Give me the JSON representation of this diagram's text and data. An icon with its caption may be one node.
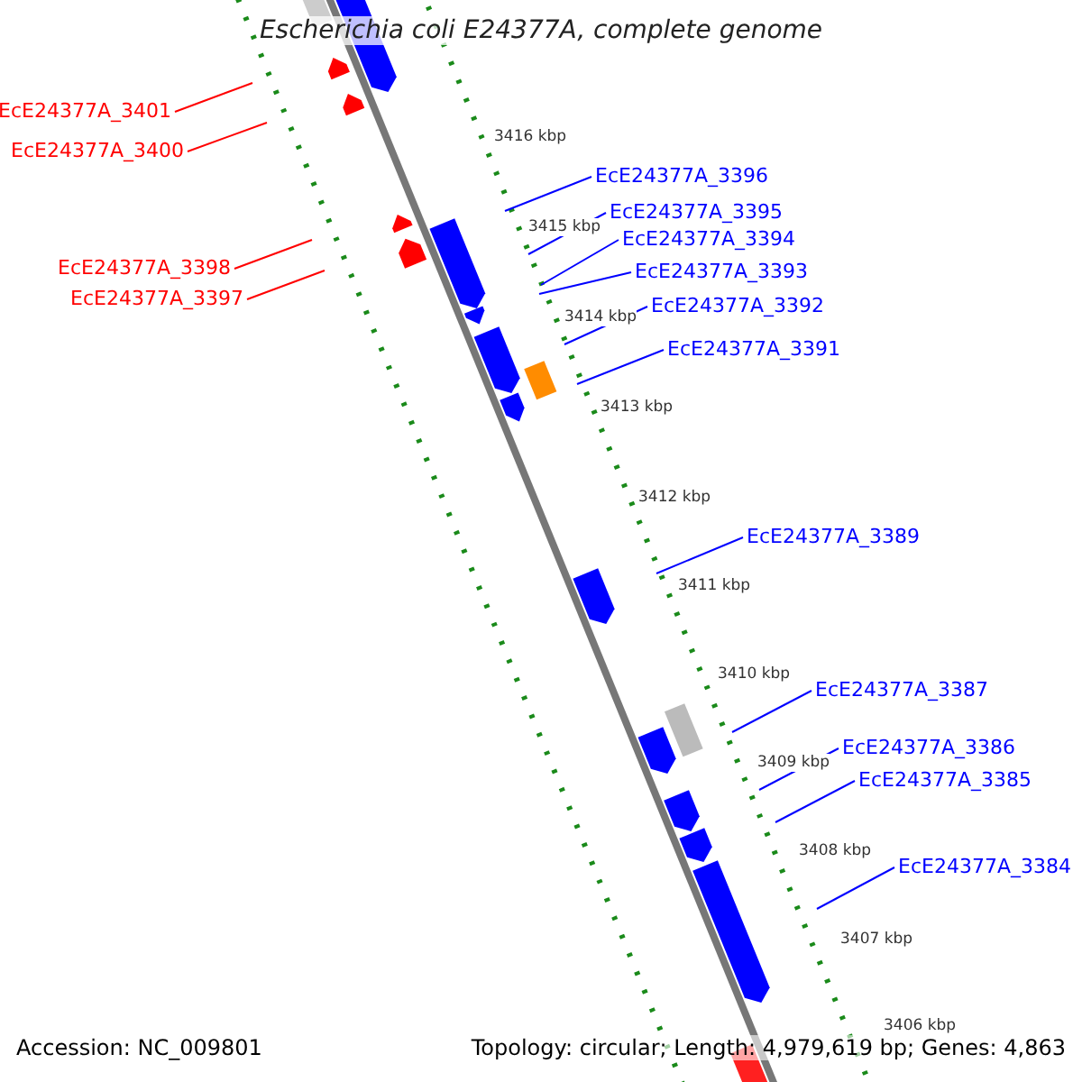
{
  "diagram": {
    "title": "Escherichia coli E24377A, complete genome",
    "nodes": [
      {
        "text": [
          "EcE24377A_3401"
        ]
      },
      {
        "text": [
          "EcE24377A_3400"
        ]
      },
      {
        "text": [
          "EcE24377A_3396"
        ]
      },
      {
        "text": [
          "EcE24377A_3395"
        ]
      },
      {
        "text": [
          "EcE24377A_3394"
        ]
      },
      {
        "text": [
          "EcE24377A_3398"
        ]
      },
      {
        "text": [
          "EcE24377A_3393"
        ]
      },
      {
        "text": [
          "EcE24377A_3397"
        ]
      },
      {
        "text": [
          "EcE24377A_3392"
        ]
      },
      {
        "text": [
          "EcE24377A_3391"
        ]
      },
      {
        "text": [
          "EcE24377A_3389"
        ]
      },
      {
        "text": [
          "EcE24377A_3387"
        ]
      },
      {
        "text": [
          "EcE24377A_3386"
        ]
      },
      {
        "text": [
          "EcE24377A_3385"
        ]
      },
      {
        "text": [
          "EcE24377A_3384"
        ]
      }
    ],
    "edges": [
      {
        "from": 0,
        "to": null,
        "arrow": "none",
        "color": "#ff0000"
      },
      {
        "from": 1,
        "to": null,
        "arrow": "none",
        "color": "#ff0000"
      },
      {
        "from": 2,
        "to": null,
        "arrow": "none"
      },
      {
        "from": 3,
        "to": null,
        "arrow": "none"
      },
      {
        "from": 4,
        "to": null,
        "arrow": "none"
      },
      {
        "from": 5,
        "to": null,
        "arrow": "none",
        "color": "#ff0000"
      },
      {
        "from": 6,
        "to": null,
        "arrow": "none"
      },
      {
        "from": 7,
        "to": null,
        "arrow": "none",
        "color": "#ff0000"
      },
      {
        "from": 8,
        "to": null,
        "arrow": "none"
      },
      {
        "from": 9,
        "to": null,
        "arrow": "none"
      },
      {
        "from": 10,
        "to": null,
        "arrow": "none"
      },
      {
        "from": 11,
        "to": null,
        "arrow": "none"
      },
      {
        "from": 12,
        "to": null,
        "arrow": "none"
      },
      {
        "from": 13,
        "to": null,
        "arrow": "none"
      },
      {
        "from": 14,
        "to": null,
        "arrow": "none"
      }
    ],
    "labels": [
      "3416 kbp",
      "3415 kbp",
      "3414 kbp",
      "3413 kbp",
      "3412 kbp",
      "3411 kbp",
      "3410 kbp",
      "3409 kbp",
      "3408 kbp",
      "3407 kbp",
      "3406 kbp",
      "Accession: NC_009801",
      "Topology: circular; Length: 4,979,619 bp; Genes: 4,863"
    ]
  }
}
